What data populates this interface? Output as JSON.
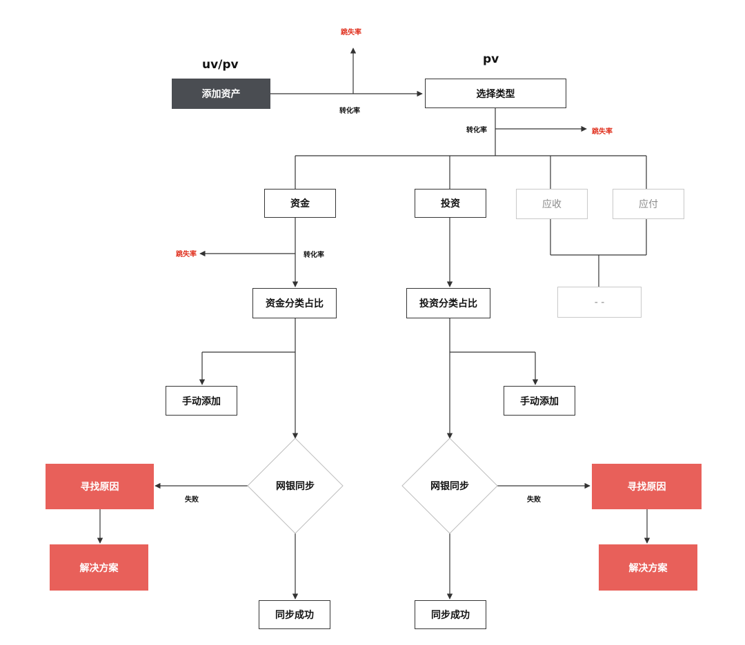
{
  "headers": {
    "uvpv": "uv/pv",
    "pv": "pv"
  },
  "nodes": {
    "add_asset": "添加资产",
    "select_type": "选择类型",
    "fund": "资金",
    "invest": "投资",
    "receivable": "应收",
    "payable": "应付",
    "placeholder": "- -",
    "fund_ratio": "资金分类占比",
    "invest_ratio": "投资分类占比",
    "manual_add_left": "手动添加",
    "manual_add_right": "手动添加",
    "bank_sync_left": "网银同步",
    "bank_sync_right": "网银同步",
    "find_reason_left": "寻找原因",
    "find_reason_right": "寻找原因",
    "solution_left": "解决方案",
    "solution_right": "解决方案",
    "sync_success_left": "同步成功",
    "sync_success_right": "同步成功"
  },
  "labels": {
    "bounce_top": "跳失率",
    "conversion_top": "转化率",
    "conversion_mid": "转化率",
    "bounce_mid": "跳失率",
    "conversion_left": "转化率",
    "bounce_left": "跳失率",
    "fail_left": "失败",
    "fail_right": "失败"
  },
  "colors": {
    "dark": "#4a4d52",
    "red": "#e8605a",
    "red_text": "#e0301e",
    "line": "#333333",
    "faint": "#c8c8c8"
  }
}
